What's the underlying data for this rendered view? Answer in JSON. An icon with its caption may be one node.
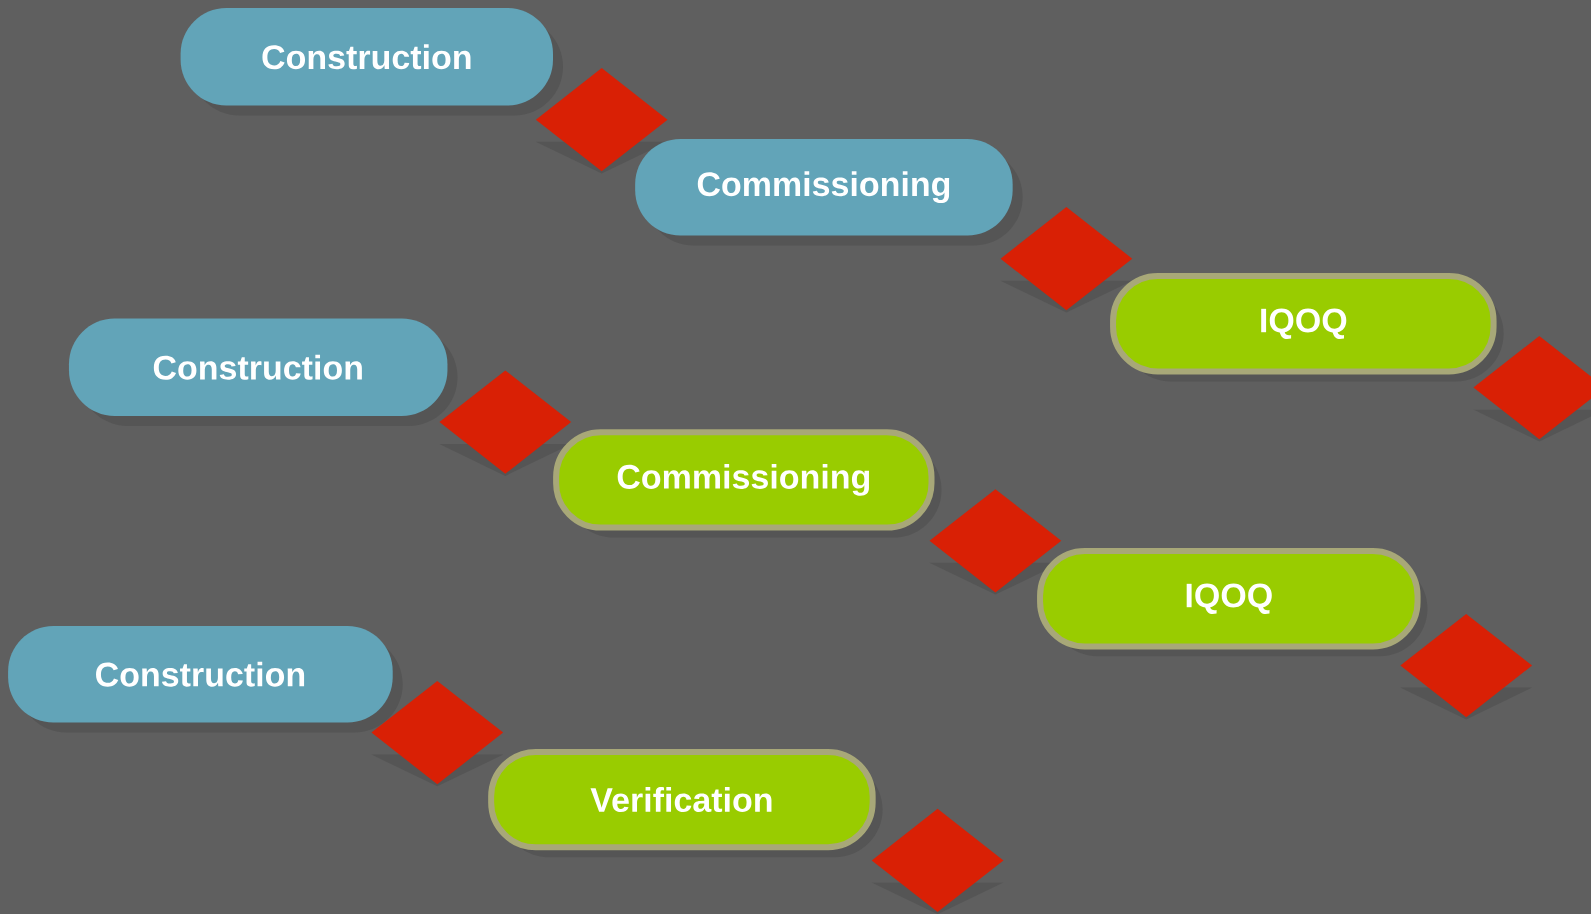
{
  "diagram": {
    "nodes": [
      {
        "text": [
          "Construction"
        ]
      },
      {
        "text": [],
        "shape": "diamond"
      },
      {
        "text": [
          "Commissioning"
        ]
      },
      {
        "text": [],
        "shape": "diamond"
      },
      {
        "text": [
          "IQOQ"
        ]
      },
      {
        "text": [],
        "shape": "diamond"
      },
      {
        "text": [
          "Construction"
        ]
      },
      {
        "text": [],
        "shape": "diamond"
      },
      {
        "text": [
          "Commissioning"
        ]
      },
      {
        "text": [],
        "shape": "diamond"
      },
      {
        "text": [
          "IQOQ"
        ]
      },
      {
        "text": [],
        "shape": "diamond"
      },
      {
        "text": [
          "Construction"
        ]
      },
      {
        "text": [],
        "shape": "diamond"
      },
      {
        "text": [
          "Verification"
        ]
      },
      {
        "text": [],
        "shape": "diamond"
      }
    ]
  }
}
